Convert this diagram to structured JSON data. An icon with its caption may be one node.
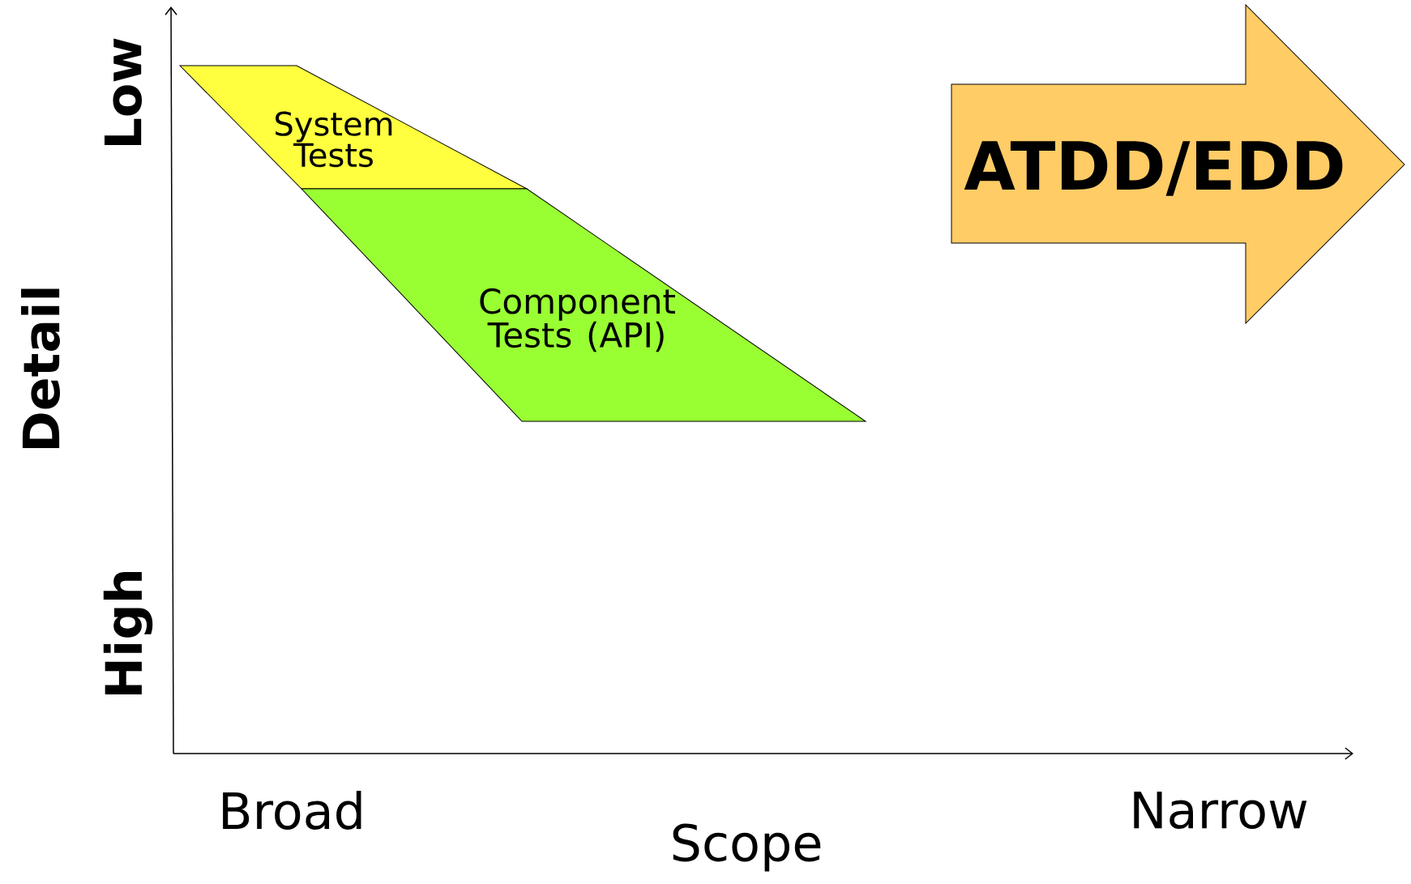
{
  "diagram": {
    "nodes": [
      {
        "text": [
          "System Tests"
        ]
      },
      {
        "text": [
          "Component Tests (API)"
        ]
      },
      {
        "text": [
          "ATDD/EDD"
        ]
      }
    ],
    "labels": [
      "Low",
      "Detail",
      "High",
      "Broad",
      "Scope",
      "Narrow"
    ]
  }
}
